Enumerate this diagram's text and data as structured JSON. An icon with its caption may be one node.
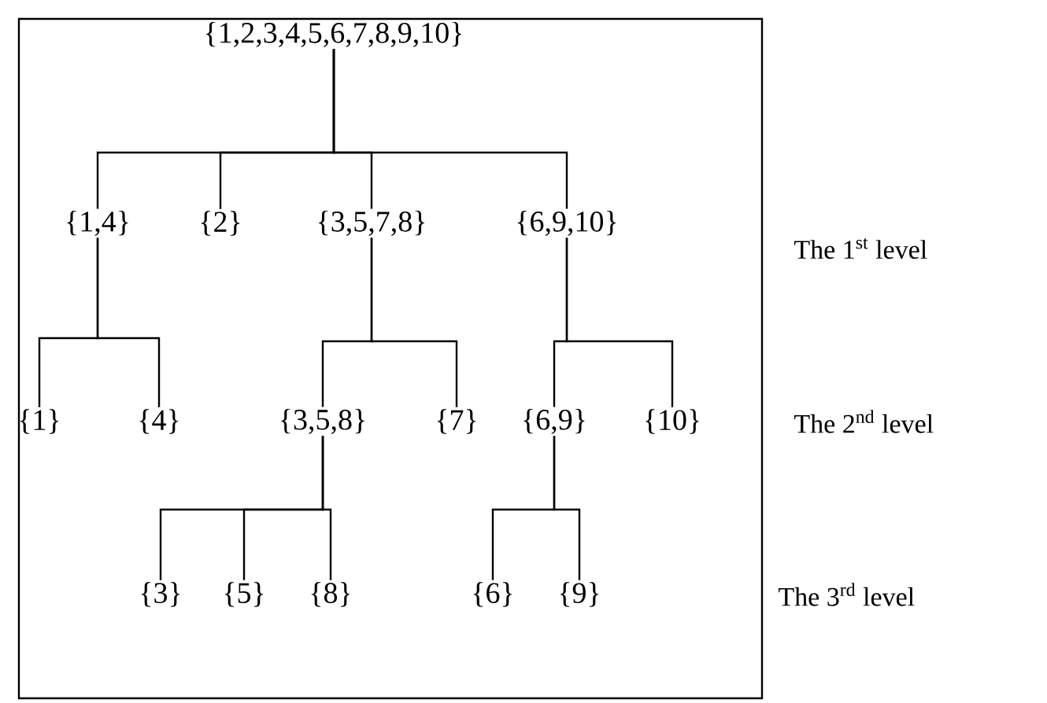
{
  "diagram": {
    "nodes": [
      {
        "text": [
          "{1,2,3,4,5,6,7,8,9,10}"
        ]
      },
      {
        "text": [
          "{1,4}"
        ]
      },
      {
        "text": [
          "{2}"
        ]
      },
      {
        "text": [
          "{3,5,7,8}"
        ]
      },
      {
        "text": [
          "{6,9,10}"
        ]
      },
      {
        "text": [
          "{1}"
        ]
      },
      {
        "text": [
          "{4}"
        ]
      },
      {
        "text": [
          "{3,5,8}"
        ]
      },
      {
        "text": [
          "{7}"
        ]
      },
      {
        "text": [
          "{6,9}"
        ]
      },
      {
        "text": [
          "{10}"
        ]
      },
      {
        "text": [
          "{3}"
        ]
      },
      {
        "text": [
          "{5}"
        ]
      },
      {
        "text": [
          "{8}"
        ]
      },
      {
        "text": [
          "{6}"
        ]
      },
      {
        "text": [
          "{9}"
        ]
      }
    ],
    "edges": [
      {
        "from": 0,
        "to": 1,
        "arrow": "none"
      },
      {
        "from": 0,
        "to": 2,
        "arrow": "none"
      },
      {
        "from": 0,
        "to": 3,
        "arrow": "none"
      },
      {
        "from": 0,
        "to": 4,
        "arrow": "none"
      },
      {
        "from": 1,
        "to": 5,
        "arrow": "none"
      },
      {
        "from": 1,
        "to": 6,
        "arrow": "none"
      },
      {
        "from": 3,
        "to": 7,
        "arrow": "none"
      },
      {
        "from": 3,
        "to": 8,
        "arrow": "none"
      },
      {
        "from": 4,
        "to": 9,
        "arrow": "none"
      },
      {
        "from": 4,
        "to": 10,
        "arrow": "none"
      },
      {
        "from": 7,
        "to": 11,
        "arrow": "none"
      },
      {
        "from": 7,
        "to": 12,
        "arrow": "none"
      },
      {
        "from": 7,
        "to": 13,
        "arrow": "none"
      },
      {
        "from": 9,
        "to": 14,
        "arrow": "none"
      },
      {
        "from": 9,
        "to": 15,
        "arrow": "none"
      }
    ],
    "labels": [
      "The 1$^{st}$ level",
      "The 2$^{nd}$ level",
      "The 3$^{rd}$ level"
    ]
  }
}
